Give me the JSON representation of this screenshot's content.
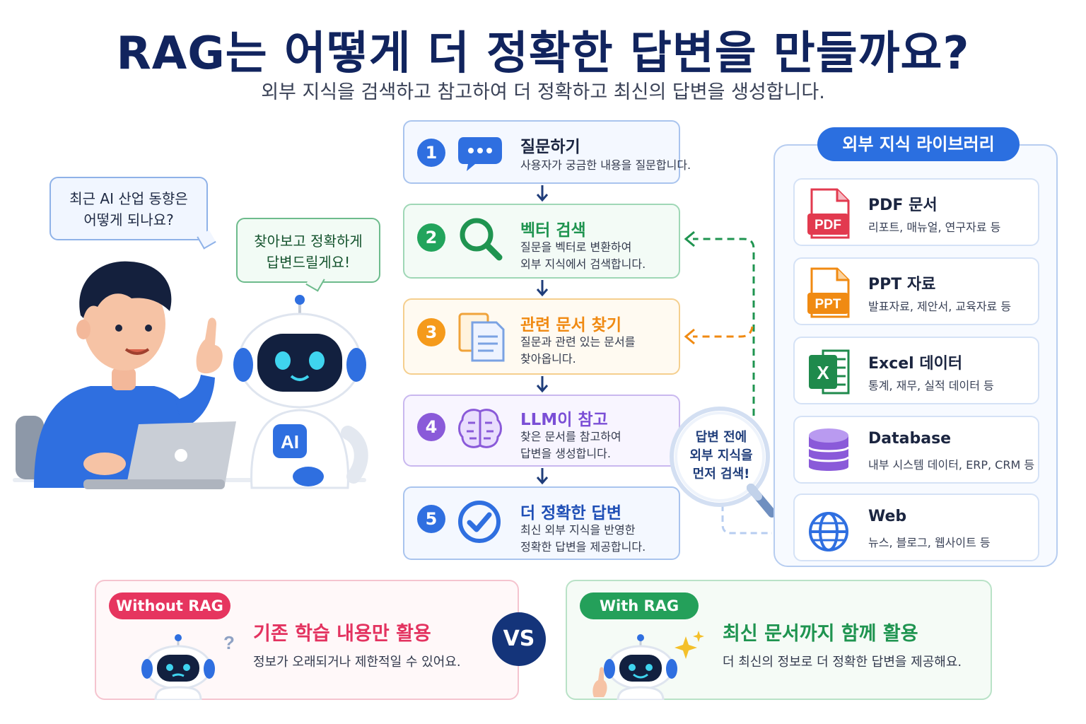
{
  "header": {
    "title": "RAG는 어떻게 더 정확한 답변을 만들까요?",
    "subtitle": "외부 지식을 검색하고 참고하여 더 정확하고 최신의 답변을 생성합니다."
  },
  "scene": {
    "user_bubble": [
      "최근 AI 산업 동향은",
      "어떻게 되나요?"
    ],
    "bot_bubble": [
      "찾아보고 정확하게",
      "답변드릴게요!"
    ],
    "robot_badge": "AI"
  },
  "steps": [
    {
      "num": "1",
      "title": "질문하기",
      "desc": [
        "사용자가 궁금한 내용을 질문합니다."
      ],
      "icon": "chat-bubble-icon",
      "color": "#2f6fe0"
    },
    {
      "num": "2",
      "title": "벡터 검색",
      "desc": [
        "질문을 벡터로 변환하여",
        "외부 지식에서 검색합니다."
      ],
      "icon": "search-icon",
      "color": "#1f9450"
    },
    {
      "num": "3",
      "title": "관련 문서 찾기",
      "desc": [
        "질문과 관련 있는 문서를",
        "찾아옵니다."
      ],
      "icon": "document-icon",
      "color": "#f08a12"
    },
    {
      "num": "4",
      "title": "LLM이 참고",
      "desc": [
        "찾은 문서를 참고하여",
        "답변을 생성합니다."
      ],
      "icon": "brain-icon",
      "color": "#7b4fd6"
    },
    {
      "num": "5",
      "title": "더 정확한 답변",
      "desc": [
        "최신 외부 지식을 반영한",
        "정확한 답변을 제공합니다."
      ],
      "icon": "check-circle-icon",
      "color": "#2f6fe0"
    }
  ],
  "magnifier": [
    "답변 전에",
    "외부 지식을",
    "먼저 검색!"
  ],
  "library": {
    "title": "외부 지식 라이브러리",
    "items": [
      {
        "title": "PDF 문서",
        "desc": "리포트, 매뉴얼, 연구자료 등",
        "icon": "pdf-file-icon",
        "badge": "PDF"
      },
      {
        "title": "PPT 자료",
        "desc": "발표자료, 제안서, 교육자료 등",
        "icon": "ppt-file-icon",
        "badge": "PPT"
      },
      {
        "title": "Excel 데이터",
        "desc": "통계, 재무, 실적 데이터 등",
        "icon": "excel-file-icon",
        "badge": "X"
      },
      {
        "title": "Database",
        "desc": "내부 시스템 데이터, ERP, CRM 등",
        "icon": "database-icon"
      },
      {
        "title": "Web",
        "desc": "뉴스, 블로그, 웹사이트 등",
        "icon": "globe-icon"
      }
    ]
  },
  "comparison": {
    "without": {
      "label": "Without RAG",
      "title": "기존 학습 내용만 활용",
      "desc": "정보가 오래되거나 제한적일 수 있어요."
    },
    "vs": "VS",
    "with": {
      "label": "With RAG",
      "title": "최신 문서까지 함께 활용",
      "desc": "더 최신의 정보로 더 정확한 답변을 제공해요."
    }
  },
  "colors": {
    "title": "#11245e",
    "primary_blue": "#2b6fe0",
    "green": "#1f9450",
    "orange": "#f08a12",
    "purple": "#7b4fd6",
    "red": "#e6355f"
  }
}
